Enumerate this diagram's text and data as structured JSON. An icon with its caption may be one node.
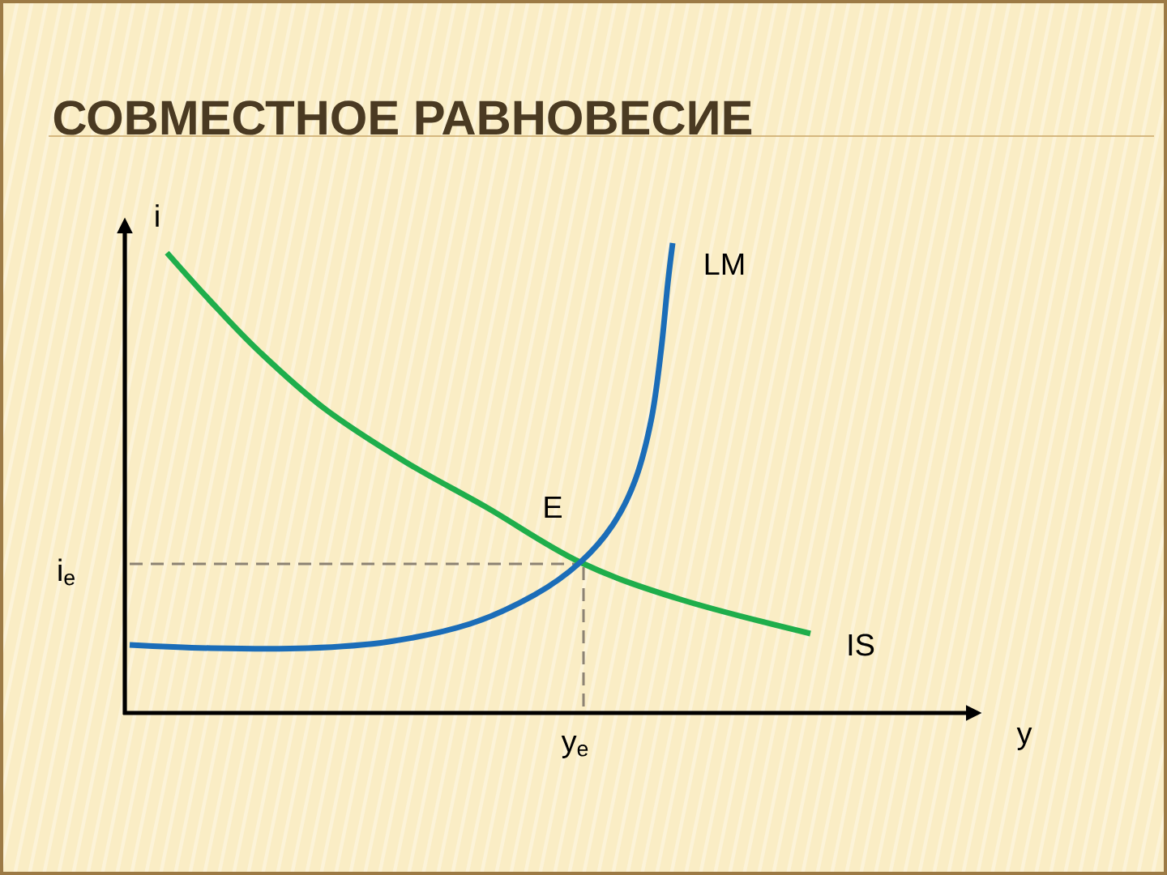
{
  "diagram": {
    "title": "СОВМЕСТНОЕ РАВНОВЕСИЕ",
    "labels": [
      "i",
      "LM",
      "E",
      "i$_{e}$",
      "IS",
      "y$_{e}$",
      "y"
    ]
  }
}
